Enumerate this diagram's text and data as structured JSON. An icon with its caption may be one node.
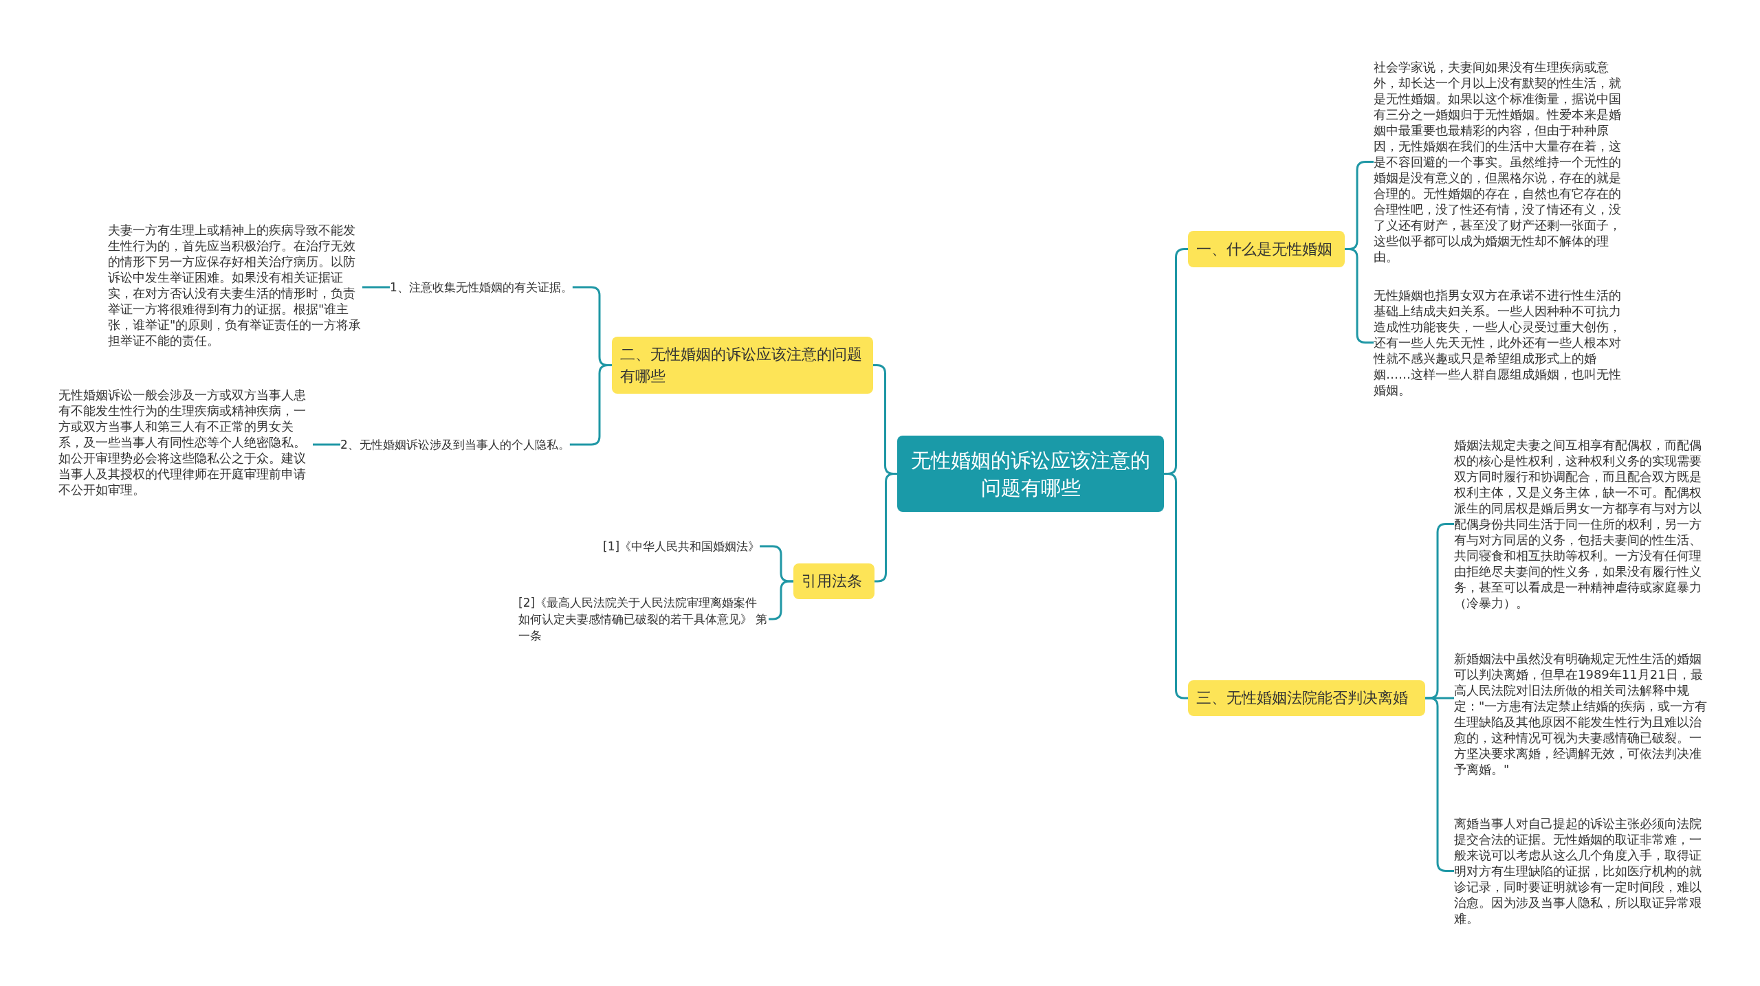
{
  "diagram": {
    "nodes": [
      {
        "text": [
          "无性婚姻的诉讼应该注意的问题有哪些"
        ]
      },
      {
        "text": [
          "一、什么是无性婚姻"
        ]
      },
      {
        "text": [
          "社会学家说，夫妻间如果没有生理疾病或意外，却长达一个月以上没有默契的性生活，就是无性婚姻。如果以这个标准衡量，据说中国有三分之一婚姻归于无性婚姻。性爱本来是婚姻中最重要也最精彩的内容，但由于种种原因，无性婚姻在我们的生活中大量存在着，这是不容回避的一个事实。虽然维持一个无性的婚姻是没有意义的，但黑格尔说，存在的就是合理的。无性婚姻的存在，自然也有它存在的合理性吧，没了性还有情，没了情还有义，没了义还有财产，甚至没了财产还剩一张面子，这些似乎都可以成为婚姻无性却不解体的理由。"
        ]
      },
      {
        "text": [
          "无性婚姻也指男女双方在承诺不进行性生活的基础上结成夫妇关系。一些人因种种不可抗力造成性功能丧失，一些人心灵受过重大创伤，还有一些人先天无性，此外还有一些人根本对性就不感兴趣或只是希望组成形式上的婚姻……这样一些人群自愿组成婚姻，也叫无性婚姻。"
        ]
      },
      {
        "text": [
          "二、无性婚姻的诉讼应该注意的问题有哪些"
        ]
      },
      {
        "text": [
          "1、注意收集无性婚姻的有关证据。"
        ]
      },
      {
        "text": [
          "夫妻一方有生理上或精神上的疾病导致不能发生性行为的，首先应当积极治疗。在治疗无效的情形下另一方应保存好相关治疗病历。以防诉讼中发生举证困难。如果没有相关证据证实，在对方否认没有夫妻生活的情形时，负责举证一方将很难得到有力的证据。根据\"谁主张，谁举证\"的原则，负有举证责任的一方将承担举证不能的责任。"
        ]
      },
      {
        "text": [
          "2、无性婚姻诉讼涉及到当事人的个人隐私。"
        ]
      },
      {
        "text": [
          "无性婚姻诉讼一般会涉及一方或双方当事人患有不能发生性行为的生理疾病或精神疾病，一方或双方当事人和第三人有不正常的男女关系，及一些当事人有同性恋等个人绝密隐私。如公开审理势必会将这些隐私公之于众。建议当事人及其授权的代理律师在开庭审理前申请不公开如审理。"
        ]
      },
      {
        "text": [
          "引用法条"
        ]
      },
      {
        "text": [
          "[1]《中华人民共和国婚姻法》"
        ]
      },
      {
        "text": [
          "[2]《最高人民法院关于人民法院审理离婚案件如何认定夫妻感情确已破裂的若干具体意见》 第一条"
        ]
      },
      {
        "text": [
          "三、无性婚姻法院能否判决离婚"
        ]
      },
      {
        "text": [
          "婚姻法规定夫妻之间互相享有配偶权，而配偶权的核心是性权利，这种权利义务的实现需要双方同时履行和协调配合，而且配合双方既是权利主体，又是义务主体，缺一不可。配偶权派生的同居权是婚后男女一方都享有与对方以配偶身份共同生活于同一住所的权利，另一方有与对方同居的义务，包括夫妻间的性生活、共同寝食和相互扶助等权利。一方没有任何理由拒绝尽夫妻间的性义务，如果没有履行性义务，甚至可以看成是一种精神虐待或家庭暴力（冷暴力）。"
        ]
      },
      {
        "text": [
          "新婚姻法中虽然没有明确规定无性生活的婚姻可以判决离婚，但早在1989年11月21日，最高人民法院对旧法所做的相关司法解释中规定：\"一方患有法定禁止结婚的疾病，或一方有生理缺陷及其他原因不能发生性行为且难以治愈的，这种情况可视为夫妻感情确已破裂。一方坚决要求离婚，经调解无效，可依法判决准予离婚。\""
        ]
      },
      {
        "text": [
          "离婚当事人对自己提起的诉讼主张必须向法院提交合法的证据。无性婚姻的取证非常难，一般来说可以考虑从这么几个角度入手，取得证明对方有生理缺陷的证据，比如医疗机构的就诊记录，同时要证明就诊有一定时间段，难以治愈。因为涉及当事人隐私，所以取证异常艰难。"
        ]
      }
    ],
    "edges": [
      {
        "from": 0,
        "to": 1,
        "arrow": "none"
      },
      {
        "from": 1,
        "to": 2,
        "arrow": "none"
      },
      {
        "from": 1,
        "to": 3,
        "arrow": "none"
      },
      {
        "from": 0,
        "to": 4,
        "arrow": "none"
      },
      {
        "from": 4,
        "to": 5,
        "arrow": "none"
      },
      {
        "from": 5,
        "to": 6,
        "arrow": "none"
      },
      {
        "from": 4,
        "to": 7,
        "arrow": "none"
      },
      {
        "from": 7,
        "to": 8,
        "arrow": "none"
      },
      {
        "from": 0,
        "to": 9,
        "arrow": "none"
      },
      {
        "from": 9,
        "to": 10,
        "arrow": "none"
      },
      {
        "from": 9,
        "to": 11,
        "arrow": "none"
      },
      {
        "from": 0,
        "to": 12,
        "arrow": "none"
      },
      {
        "from": 12,
        "to": 13,
        "arrow": "none"
      },
      {
        "from": 12,
        "to": 14,
        "arrow": "none"
      },
      {
        "from": 12,
        "to": 15,
        "arrow": "none"
      }
    ]
  }
}
